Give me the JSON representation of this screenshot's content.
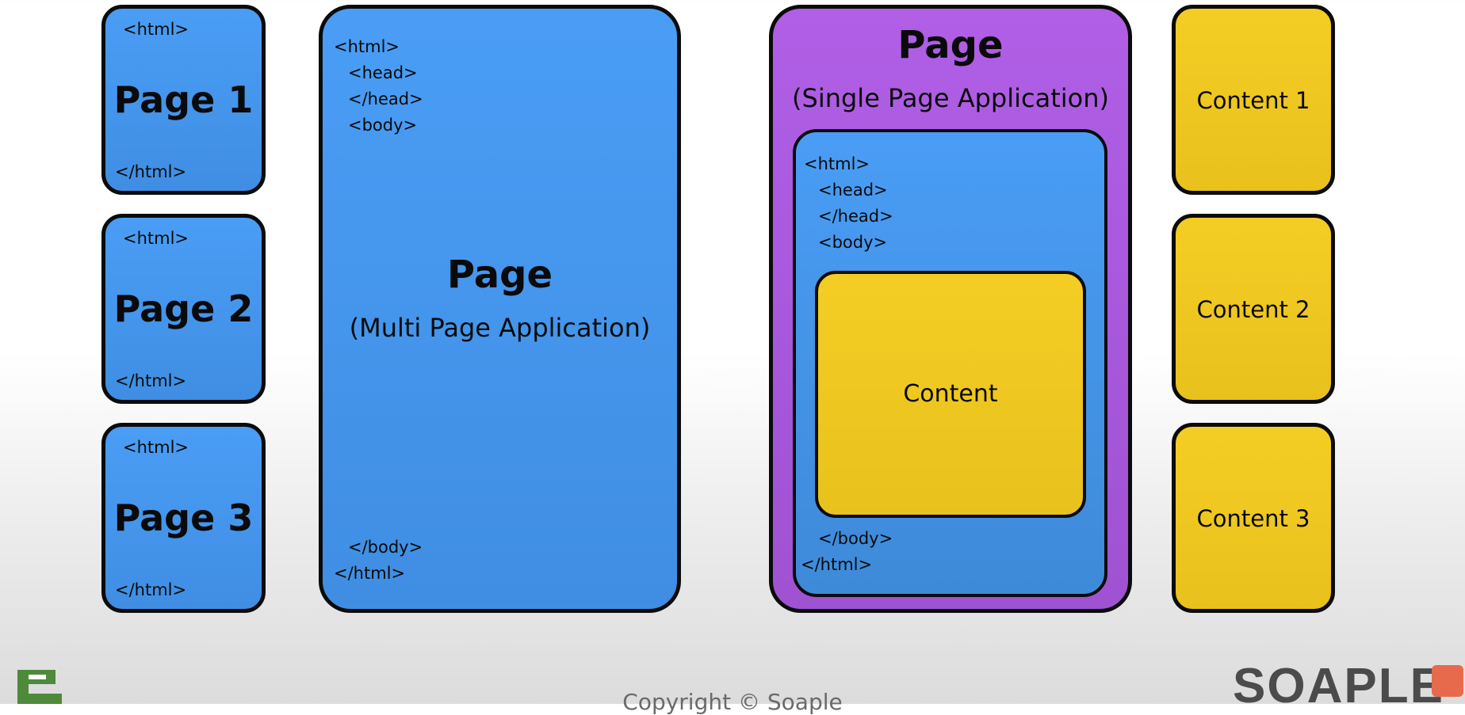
{
  "mpa_pages": [
    {
      "open_tag": "<html>",
      "title": "Page 1",
      "close_tag": "</html>"
    },
    {
      "open_tag": "<html>",
      "title": "Page 2",
      "close_tag": "</html>"
    },
    {
      "open_tag": "<html>",
      "title": "Page 3",
      "close_tag": "</html>"
    }
  ],
  "mpa": {
    "title": "Page",
    "subtitle": "(Multi Page Application)",
    "tags": [
      "<html>",
      "<head>",
      "</head>",
      "<body>",
      "</body>",
      "</html>"
    ]
  },
  "spa": {
    "title": "Page",
    "subtitle": "(Single Page Application)",
    "tags": [
      "<html>",
      "<head>",
      "</head>",
      "<body>",
      "</body>",
      "</html>"
    ],
    "content_label": "Content"
  },
  "contents": [
    "Content 1",
    "Content 2",
    "Content 3"
  ],
  "footer": {
    "copyright": "Copyright © Soaple",
    "brand": "SOAPLE"
  },
  "colors": {
    "page_blue": "#4a9df5",
    "spa_purple": "#b05fe6",
    "content_yellow": "#f4cd24",
    "border": "#0b0b0b"
  }
}
